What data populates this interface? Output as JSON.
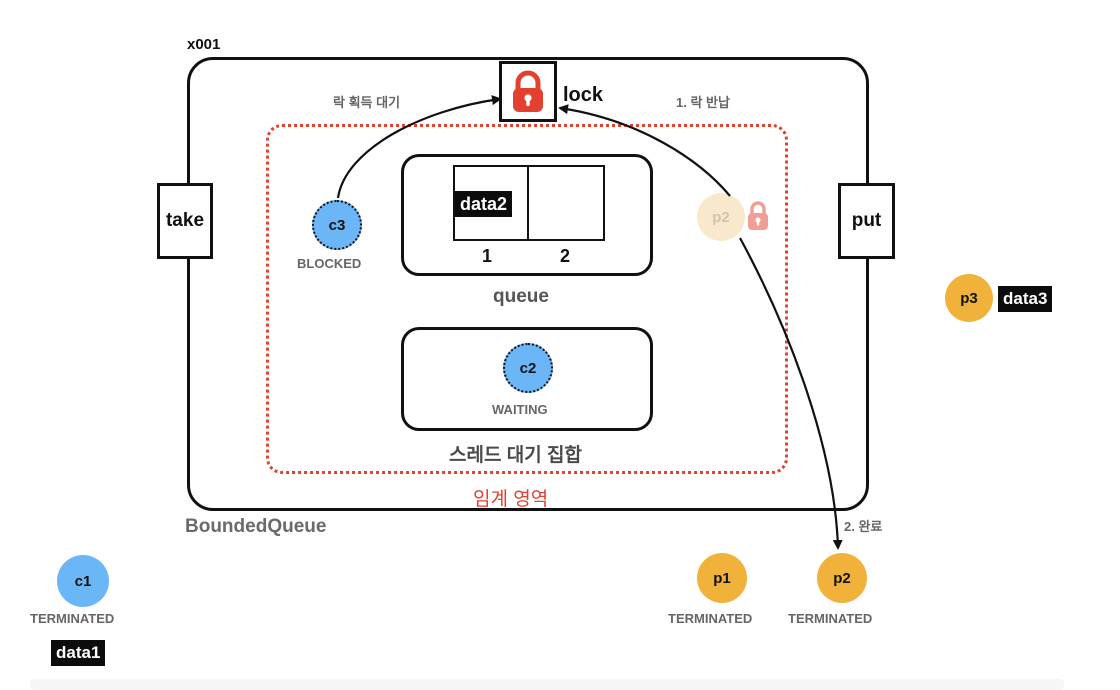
{
  "object_id": "x001",
  "container_name": "BoundedQueue",
  "lock_label": "lock",
  "methods": {
    "take": "take",
    "put": "put"
  },
  "queue": {
    "label": "queue",
    "slots": [
      {
        "index": "1",
        "value": "data2"
      },
      {
        "index": "2",
        "value": ""
      }
    ],
    "index_labels": [
      "1",
      "2"
    ]
  },
  "wait_set": {
    "label": "스레드 대기 집합"
  },
  "critical_section_label": "임계 영역",
  "annotations": {
    "wait_lock": "락 획득 대기",
    "return_lock": "1. 락 반납",
    "done": "2. 완료"
  },
  "threads": {
    "c3": {
      "name": "c3",
      "state": "BLOCKED"
    },
    "c2": {
      "name": "c2",
      "state": "WAITING"
    },
    "p2_ghost": {
      "name": "p2"
    },
    "c1": {
      "name": "c1",
      "state": "TERMINATED",
      "data": "data1"
    },
    "p1": {
      "name": "p1",
      "state": "TERMINATED"
    },
    "p2": {
      "name": "p2",
      "state": "TERMINATED"
    },
    "p3": {
      "name": "p3",
      "data": "data3"
    }
  },
  "colors": {
    "consumer": "#6bb6f7",
    "producer": "#f0b23a",
    "critical": "#e2412f",
    "lock": "#e2412f"
  },
  "icons": {
    "lock": "padlock-icon"
  }
}
